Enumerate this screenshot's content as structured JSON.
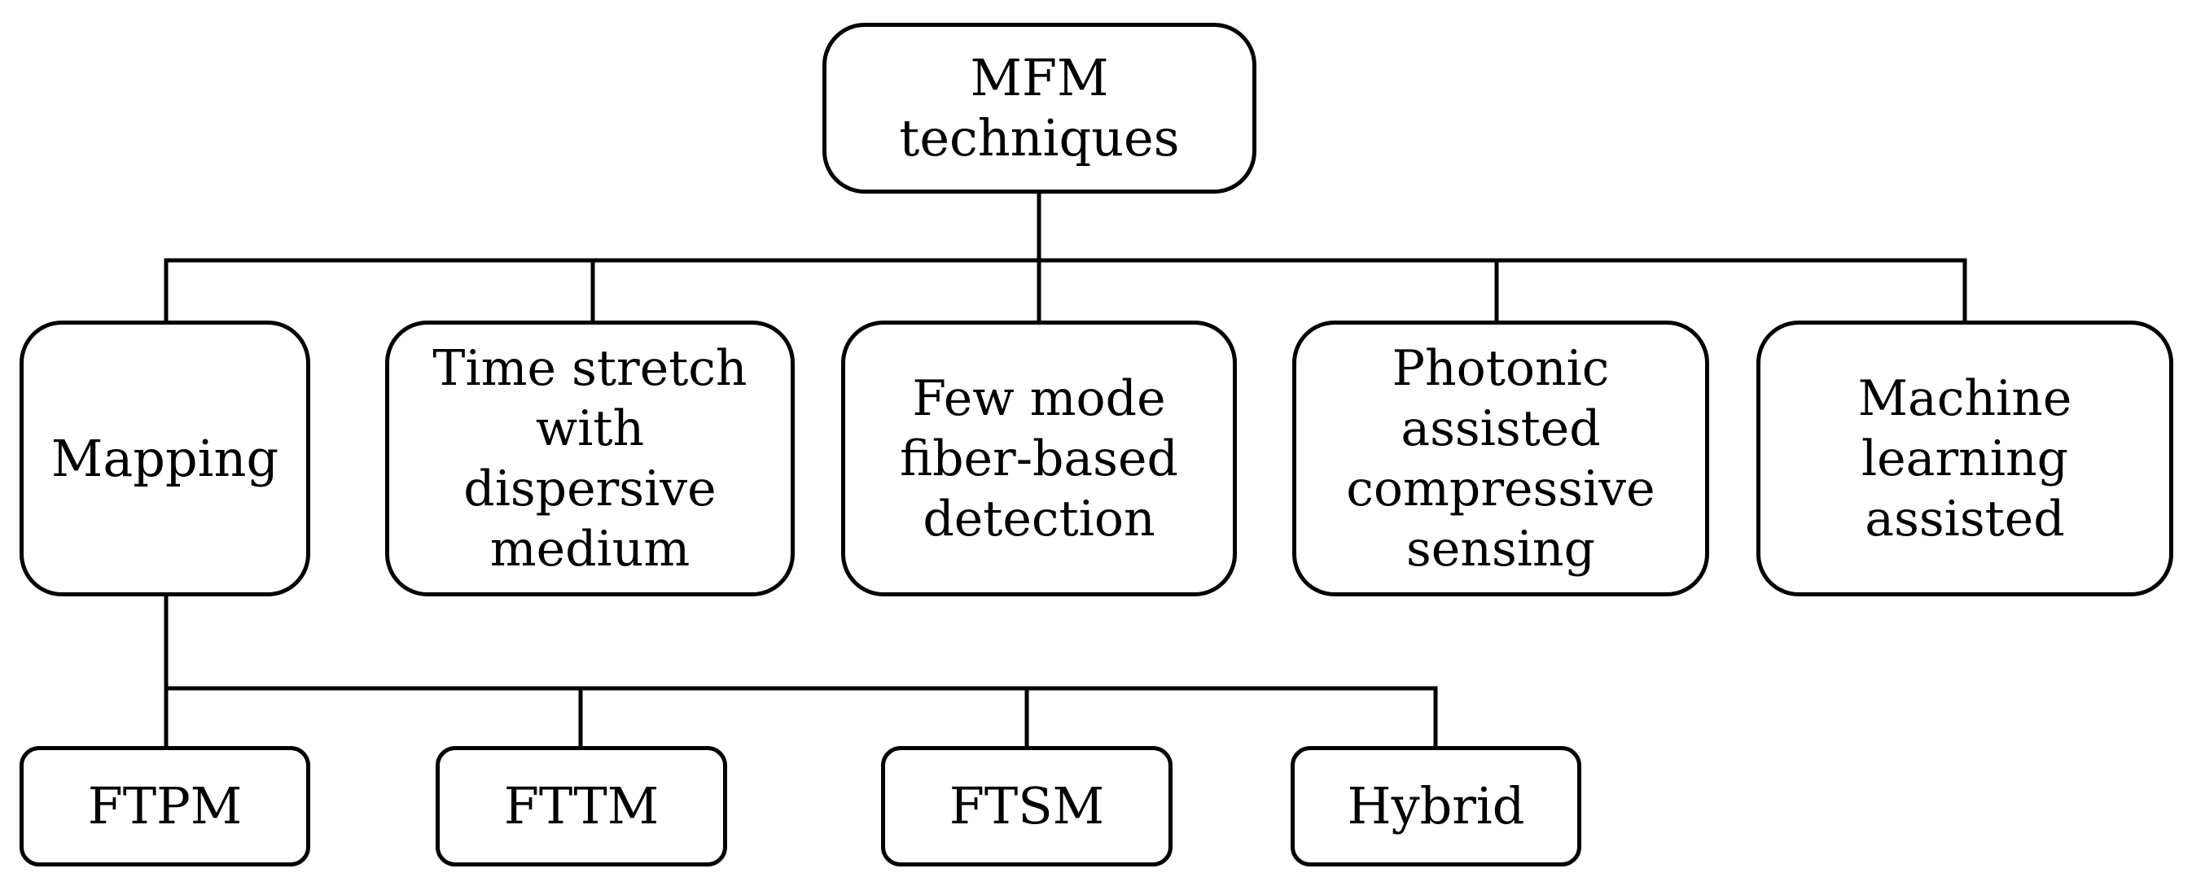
{
  "root": {
    "label": "MFM\ntechniques"
  },
  "categories": [
    {
      "label": "Mapping"
    },
    {
      "label": "Time stretch\nwith\ndispersive\nmedium"
    },
    {
      "label": "Few mode\nfiber-based\ndetection"
    },
    {
      "label": "Photonic\nassisted\ncompressive\nsensing"
    },
    {
      "label": "Machine\nlearning\nassisted"
    }
  ],
  "mapping_methods": [
    {
      "label": "FTPM"
    },
    {
      "label": "FTTM"
    },
    {
      "label": "FTSM"
    },
    {
      "label": "Hybrid"
    }
  ]
}
